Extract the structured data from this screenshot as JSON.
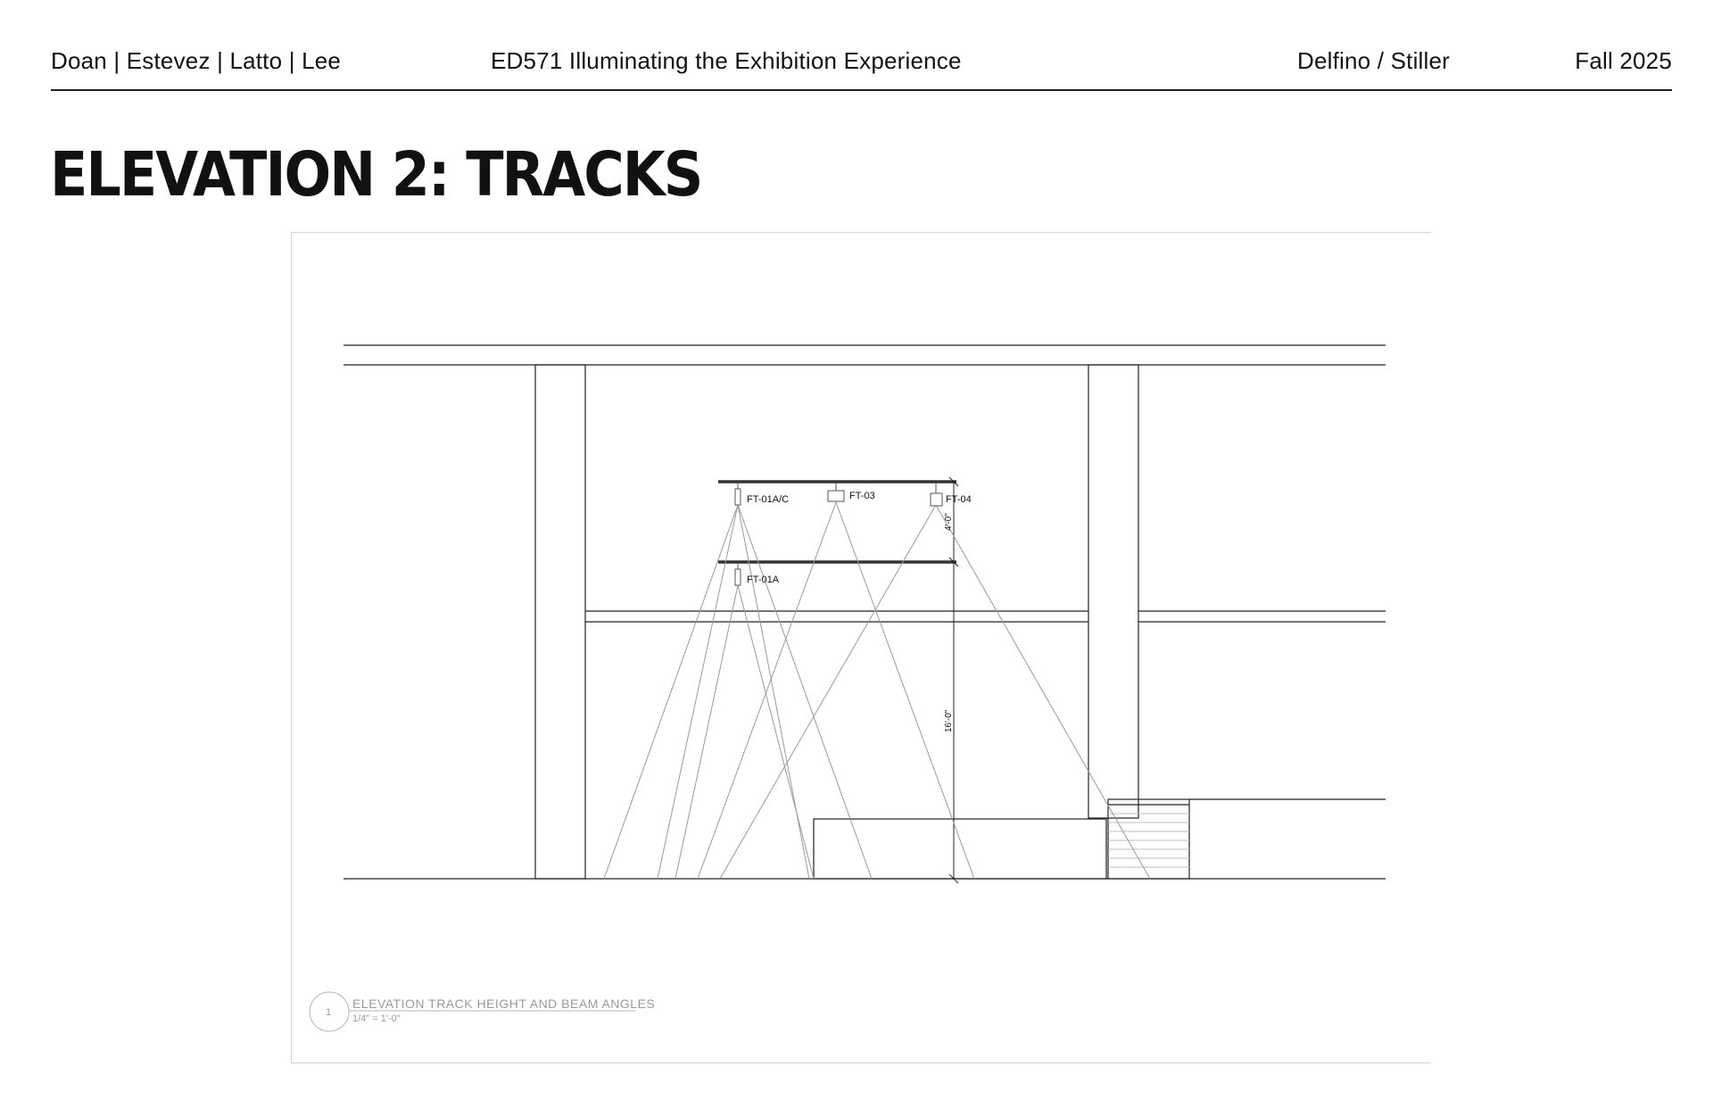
{
  "header": {
    "authors": "Doan | Estevez | Latto | Lee",
    "course": "ED571 Illuminating the Exhibition Experience",
    "instructors": "Delfino / Stiller",
    "term": "Fall 2025"
  },
  "page_title": "ELEVATION 2: TRACKS",
  "drawing": {
    "fixtures": {
      "ft01ac": "FT-01A/C",
      "ft03": "FT-03",
      "ft04": "FT-04",
      "ft01a": "FT-01A"
    },
    "dimensions": {
      "track_spacing": "4'-0\"",
      "track_height": "16'-0\""
    },
    "caption": {
      "number": "1",
      "title": "ELEVATION TRACK HEIGHT AND BEAM ANGLES",
      "scale": "1/4\" = 1'-0\""
    }
  },
  "colors": {
    "line": "#222222",
    "beam": "#9a9a9a",
    "caption": "#9a9a9a"
  }
}
